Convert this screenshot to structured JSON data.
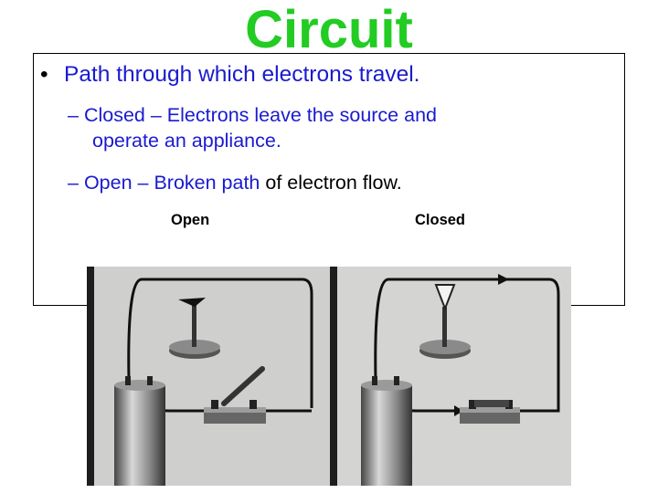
{
  "slide": {
    "title": "Circuit",
    "bullet": "Path through which electrons travel.",
    "sub1": {
      "dash": "– ",
      "term": "Closed",
      "sep": " – ",
      "text_a": "Electrons leave the source and",
      "text_b": "operate an appliance."
    },
    "sub2": {
      "dash": "– ",
      "term": "Open",
      "sep": " – ",
      "text_blue": "Broken path",
      "text_black": " of electron flow."
    },
    "labels": {
      "open": "Open",
      "closed": "Closed"
    }
  },
  "colors": {
    "title": "#22cc22",
    "text_blue": "#1a1ad0"
  },
  "figure": {
    "panels": [
      "open-circuit",
      "closed-circuit"
    ],
    "icons": [
      "battery-icon",
      "knife-switch-icon",
      "lamp-bulb-icon",
      "flow-arrow-icon"
    ]
  }
}
